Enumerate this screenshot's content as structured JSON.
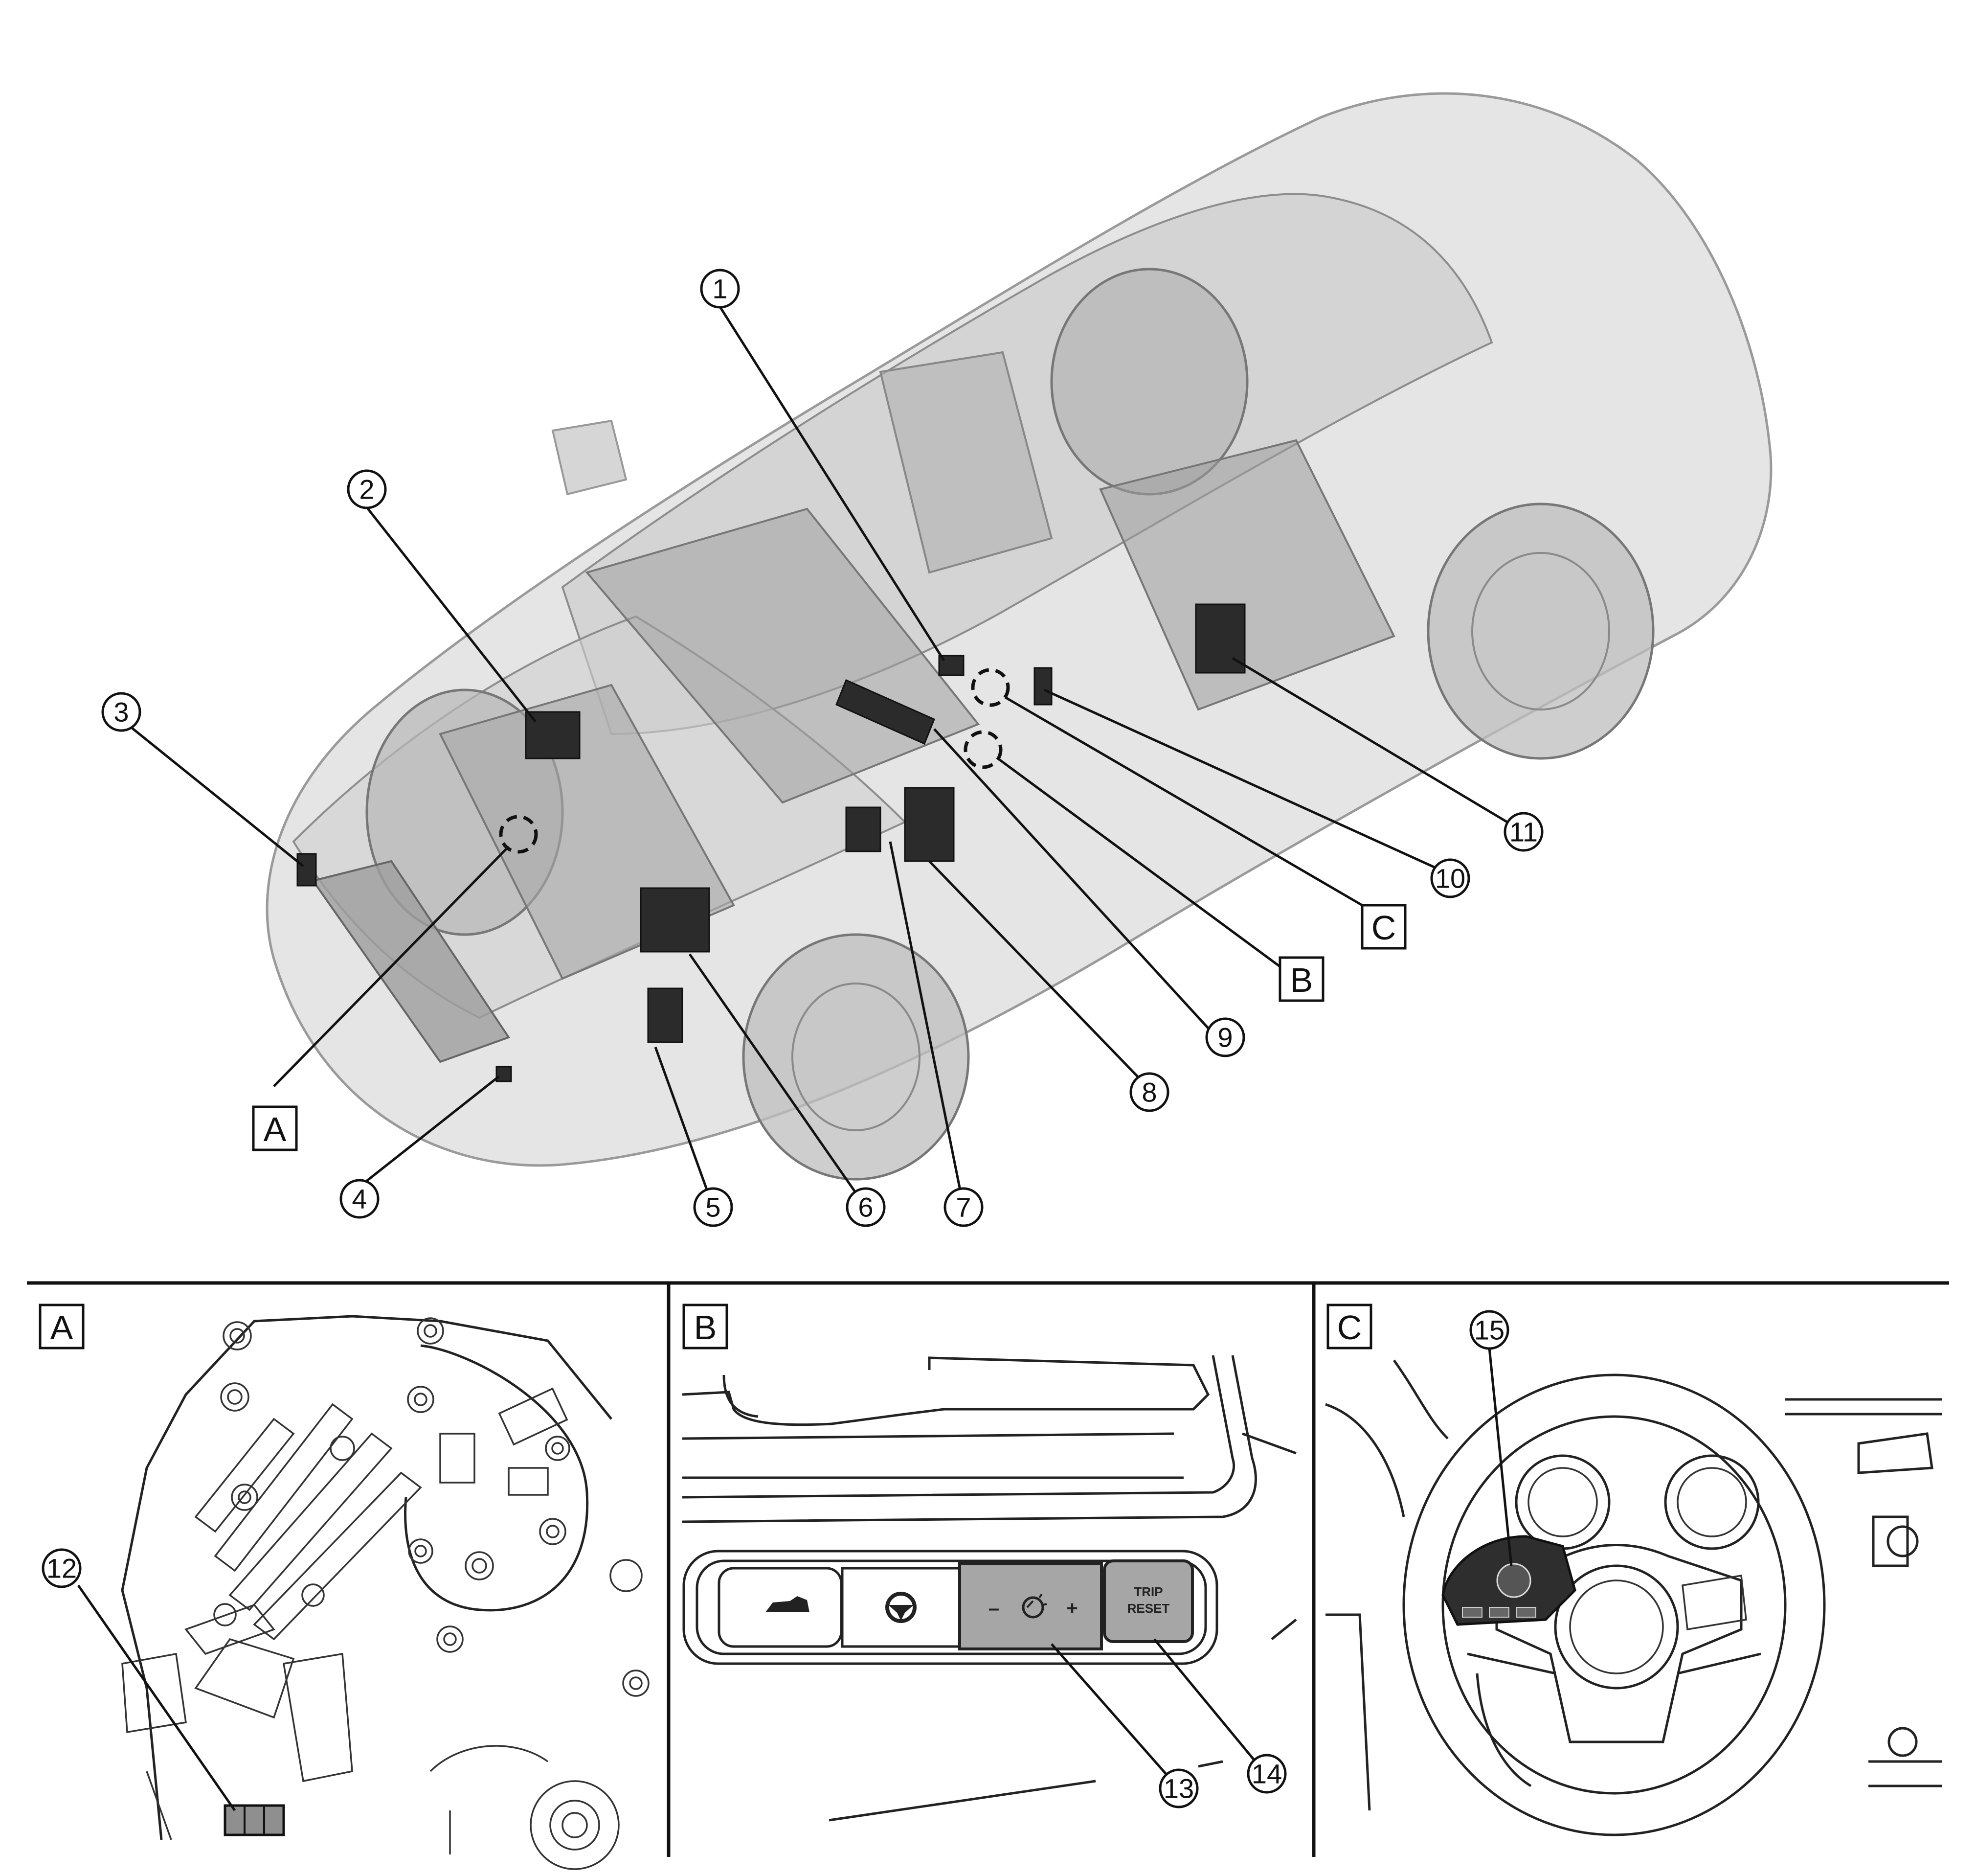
{
  "callouts": [
    {
      "id": "1"
    },
    {
      "id": "2"
    },
    {
      "id": "3"
    },
    {
      "id": "4"
    },
    {
      "id": "5"
    },
    {
      "id": "6"
    },
    {
      "id": "7"
    },
    {
      "id": "8"
    },
    {
      "id": "9"
    },
    {
      "id": "10"
    },
    {
      "id": "11"
    },
    {
      "id": "12"
    },
    {
      "id": "13"
    },
    {
      "id": "14"
    },
    {
      "id": "15"
    }
  ],
  "views": [
    {
      "id": "A"
    },
    {
      "id": "B"
    },
    {
      "id": "C"
    }
  ],
  "switch_panel": {
    "minus": "–",
    "plus": "+",
    "trip_line1": "TRIP",
    "trip_line2": "RESET"
  },
  "colors": {
    "outline": "#111111",
    "body_fill": "#d9d9d9",
    "part_fill": "#2b2b2b",
    "highlight_fill": "#a6a6a6"
  }
}
